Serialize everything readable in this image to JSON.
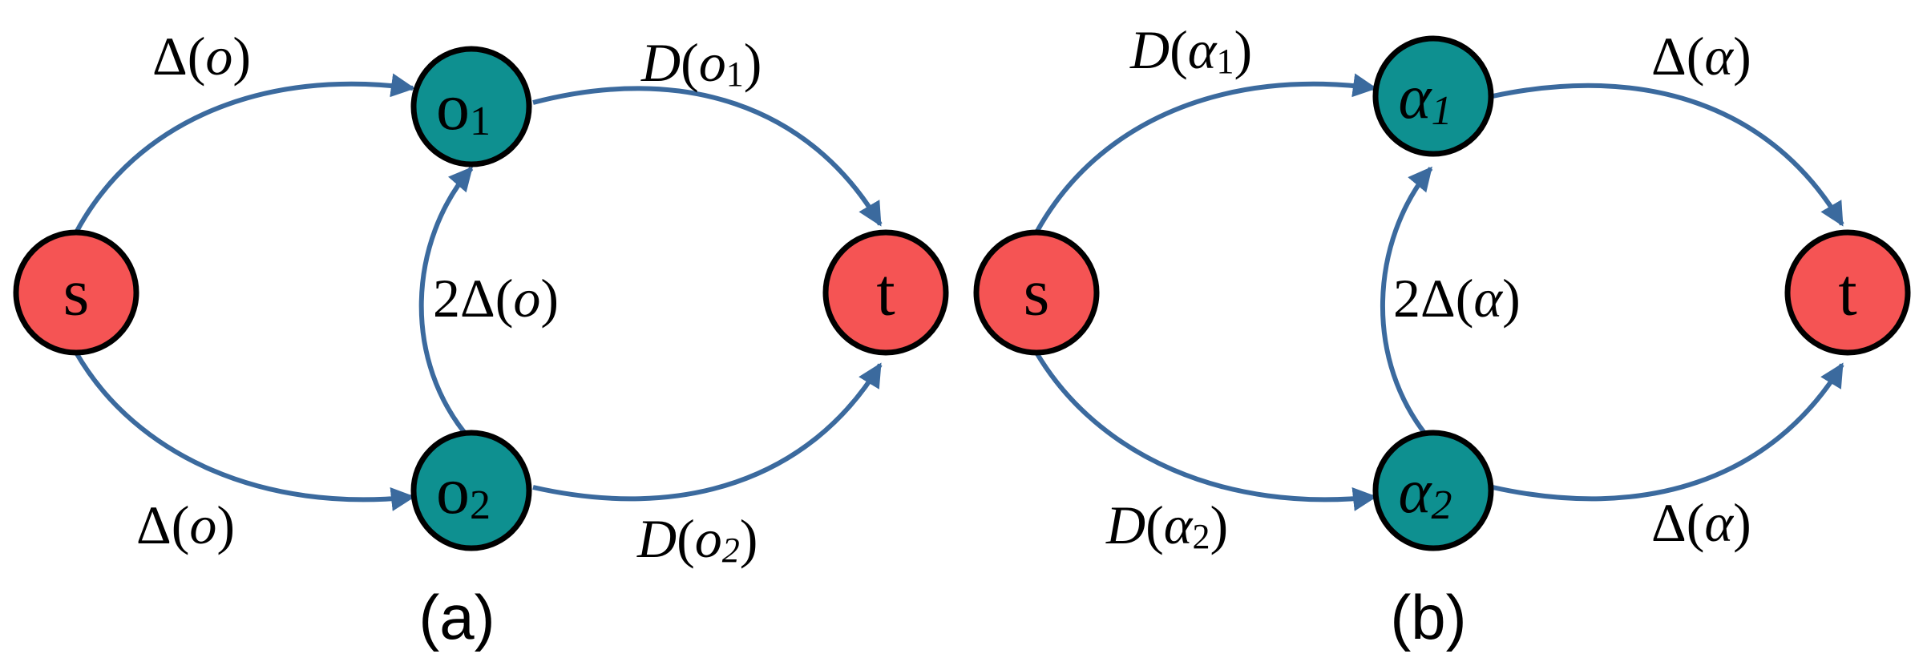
{
  "colors": {
    "source_sink": "#f55454",
    "intermediate": "#0e9090",
    "edge": "#3b6a9e"
  },
  "panels": [
    {
      "label": "(a)",
      "nodes": {
        "s": "s",
        "top_base": "o",
        "top_sub": "1",
        "bottom_base": "o",
        "bottom_sub": "2",
        "t": "t"
      },
      "edges": {
        "s_top": {
          "pre": "Δ(",
          "var": "o",
          "post": ")"
        },
        "s_bottom": {
          "pre": "Δ(",
          "var": "o",
          "post": ")"
        },
        "vertical": {
          "pre": "2Δ(",
          "var": "o",
          "post": ")"
        },
        "top_t": {
          "fn": "D",
          "open": "(",
          "var": "o",
          "sub": "1",
          "close": ")"
        },
        "bottom_t": {
          "fn": "D",
          "open": "(",
          "var": "o",
          "sub": "2",
          "close": ")"
        }
      }
    },
    {
      "label": "(b)",
      "nodes": {
        "s": "s",
        "top_base": "α",
        "top_sub": "1",
        "bottom_base": "α",
        "bottom_sub": "2",
        "t": "t"
      },
      "edges": {
        "s_top": {
          "fn": "D",
          "open": "(",
          "var": "α",
          "sub": "1",
          "close": ")"
        },
        "s_bottom": {
          "fn": "D",
          "open": "(",
          "var": "α",
          "sub": "2",
          "close": ")"
        },
        "vertical": {
          "pre": "2Δ(",
          "var": "α",
          "post": ")"
        },
        "top_t": {
          "pre": "Δ(",
          "var": "α",
          "post": ")"
        },
        "bottom_t": {
          "pre": "Δ(",
          "var": "α",
          "post": ")"
        }
      }
    }
  ]
}
